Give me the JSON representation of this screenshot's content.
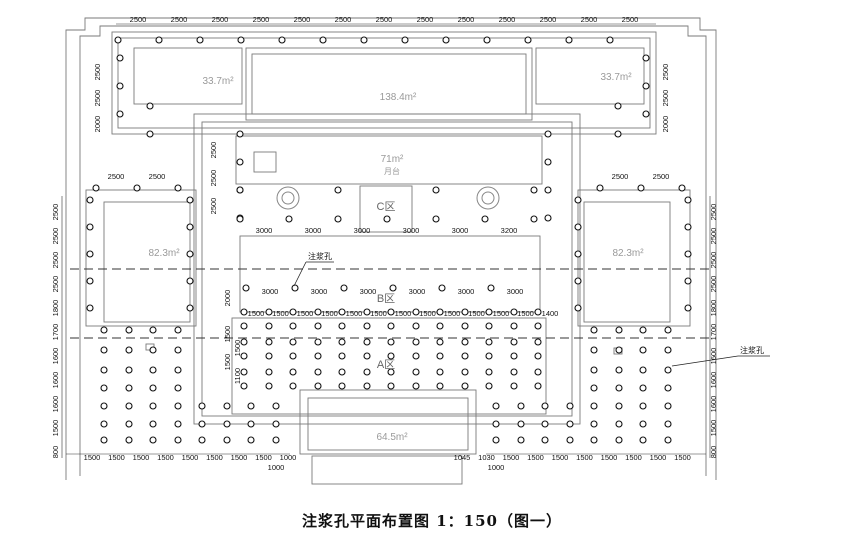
{
  "caption": "注浆孔平面布置图 1：150（图一）",
  "legend": {
    "grout_hole": "注浆孔"
  },
  "areas": {
    "small_left": "33.7m²",
    "small_right": "33.7m²",
    "hall": "138.4m²",
    "platform": "71m²",
    "platform_name": "月台",
    "wing_left": "82.3m²",
    "wing_right": "82.3m²",
    "south": "64.5m²"
  },
  "zones": {
    "c": "C区",
    "b": "B区",
    "a": "A区"
  },
  "dimensions": {
    "top": [
      "2500",
      "2500",
      "2500",
      "2500",
      "2500",
      "2500",
      "2500",
      "2500",
      "2500",
      "2500",
      "2500",
      "2500",
      "2500"
    ],
    "top_left_side": [
      "2500",
      "2500",
      "2000"
    ],
    "top_right_side": [
      "2500",
      "2500",
      "2000"
    ],
    "platform_side": [
      "2500",
      "2500",
      "2500"
    ],
    "wing_left_top": [
      "2500",
      "2500"
    ],
    "wing_right_top": [
      "2500",
      "2500"
    ],
    "c_row": [
      "3000",
      "3000",
      "3000",
      "3000",
      "3000",
      "3200"
    ],
    "b_row": [
      "3000",
      "3000",
      "3000",
      "3000",
      "3000",
      "3000"
    ],
    "b_side": "2000",
    "b_fine": [
      "1500",
      "1500",
      "1500",
      "1500",
      "1500",
      "1500",
      "1500",
      "1500",
      "1500",
      "1500",
      "1500",
      "1500",
      "1400"
    ],
    "a_side": [
      "1500",
      "1500",
      "1500",
      "1100"
    ],
    "left_side": [
      "2500",
      "2500",
      "2500",
      "2500",
      "1800",
      "1700",
      "1600",
      "1600",
      "1600",
      "1500",
      "800"
    ],
    "right_side": [
      "2500",
      "2500",
      "2500",
      "2500",
      "1800",
      "1700",
      "1600",
      "1600",
      "1600",
      "1500",
      "800"
    ],
    "bottom_left": [
      "1500",
      "1500",
      "1500",
      "1500",
      "1500",
      "1500",
      "1500",
      "1500",
      "1000"
    ],
    "bottom_left_extra": "1000",
    "bottom_right": [
      "1045",
      "1030",
      "1500",
      "1500",
      "1500",
      "1500",
      "1500",
      "1500",
      "1500",
      "1500"
    ],
    "bottom_right_extra": "1000"
  }
}
